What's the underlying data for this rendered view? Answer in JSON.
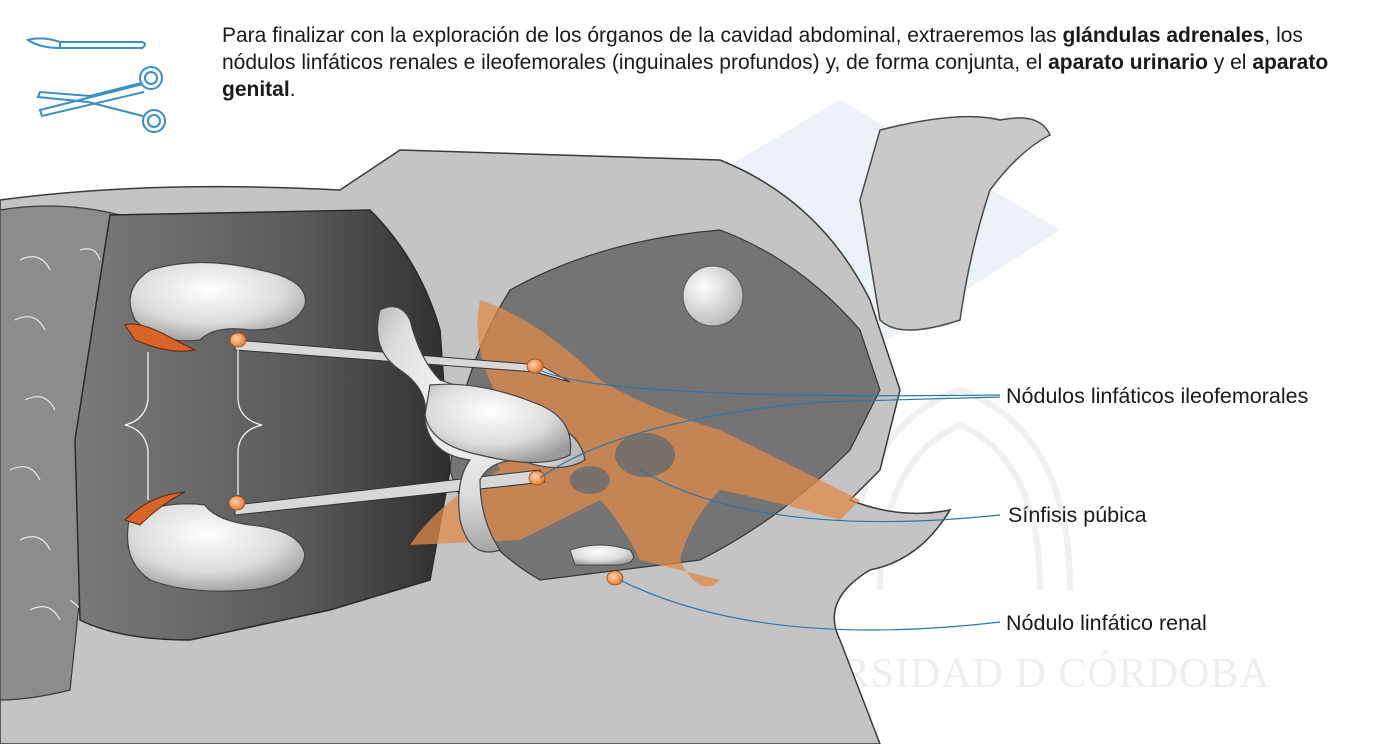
{
  "intro": {
    "p1": "Para finalizar con la exploración de los órganos de la cavidad abdominal, extraeremos las ",
    "b1": "glándulas adrenales",
    "p2": ", los nódulos linfáticos renales e ileofemorales (inguinales profundos) y, de forma conjunta, el ",
    "b2": "aparato urinario",
    "p3": " y el ",
    "b3": "aparato genital",
    "p4": "."
  },
  "icons": {
    "tools": [
      "scalpel-icon",
      "scissors-icon"
    ]
  },
  "labels": {
    "ileofemoral": "Nódulos linfáticos ileofemorales",
    "sinfisis": "Sínfisis púbica",
    "renal": "Nódulo linfático renal"
  },
  "watermark": "UNIVERSIDAD D CÓRDOBA",
  "colors": {
    "text": "#1a1a1a",
    "leader_line": "#2a78a8",
    "icon_stroke": "#3a8fc4",
    "bone_orange": "#e08a4a",
    "adrenal": "#d9642a",
    "lymph_node": "#f0a060",
    "tissue_dark": "#6a6a6a",
    "tissue_light": "#c6c6c6",
    "organ_white": "#e8e8e8"
  }
}
